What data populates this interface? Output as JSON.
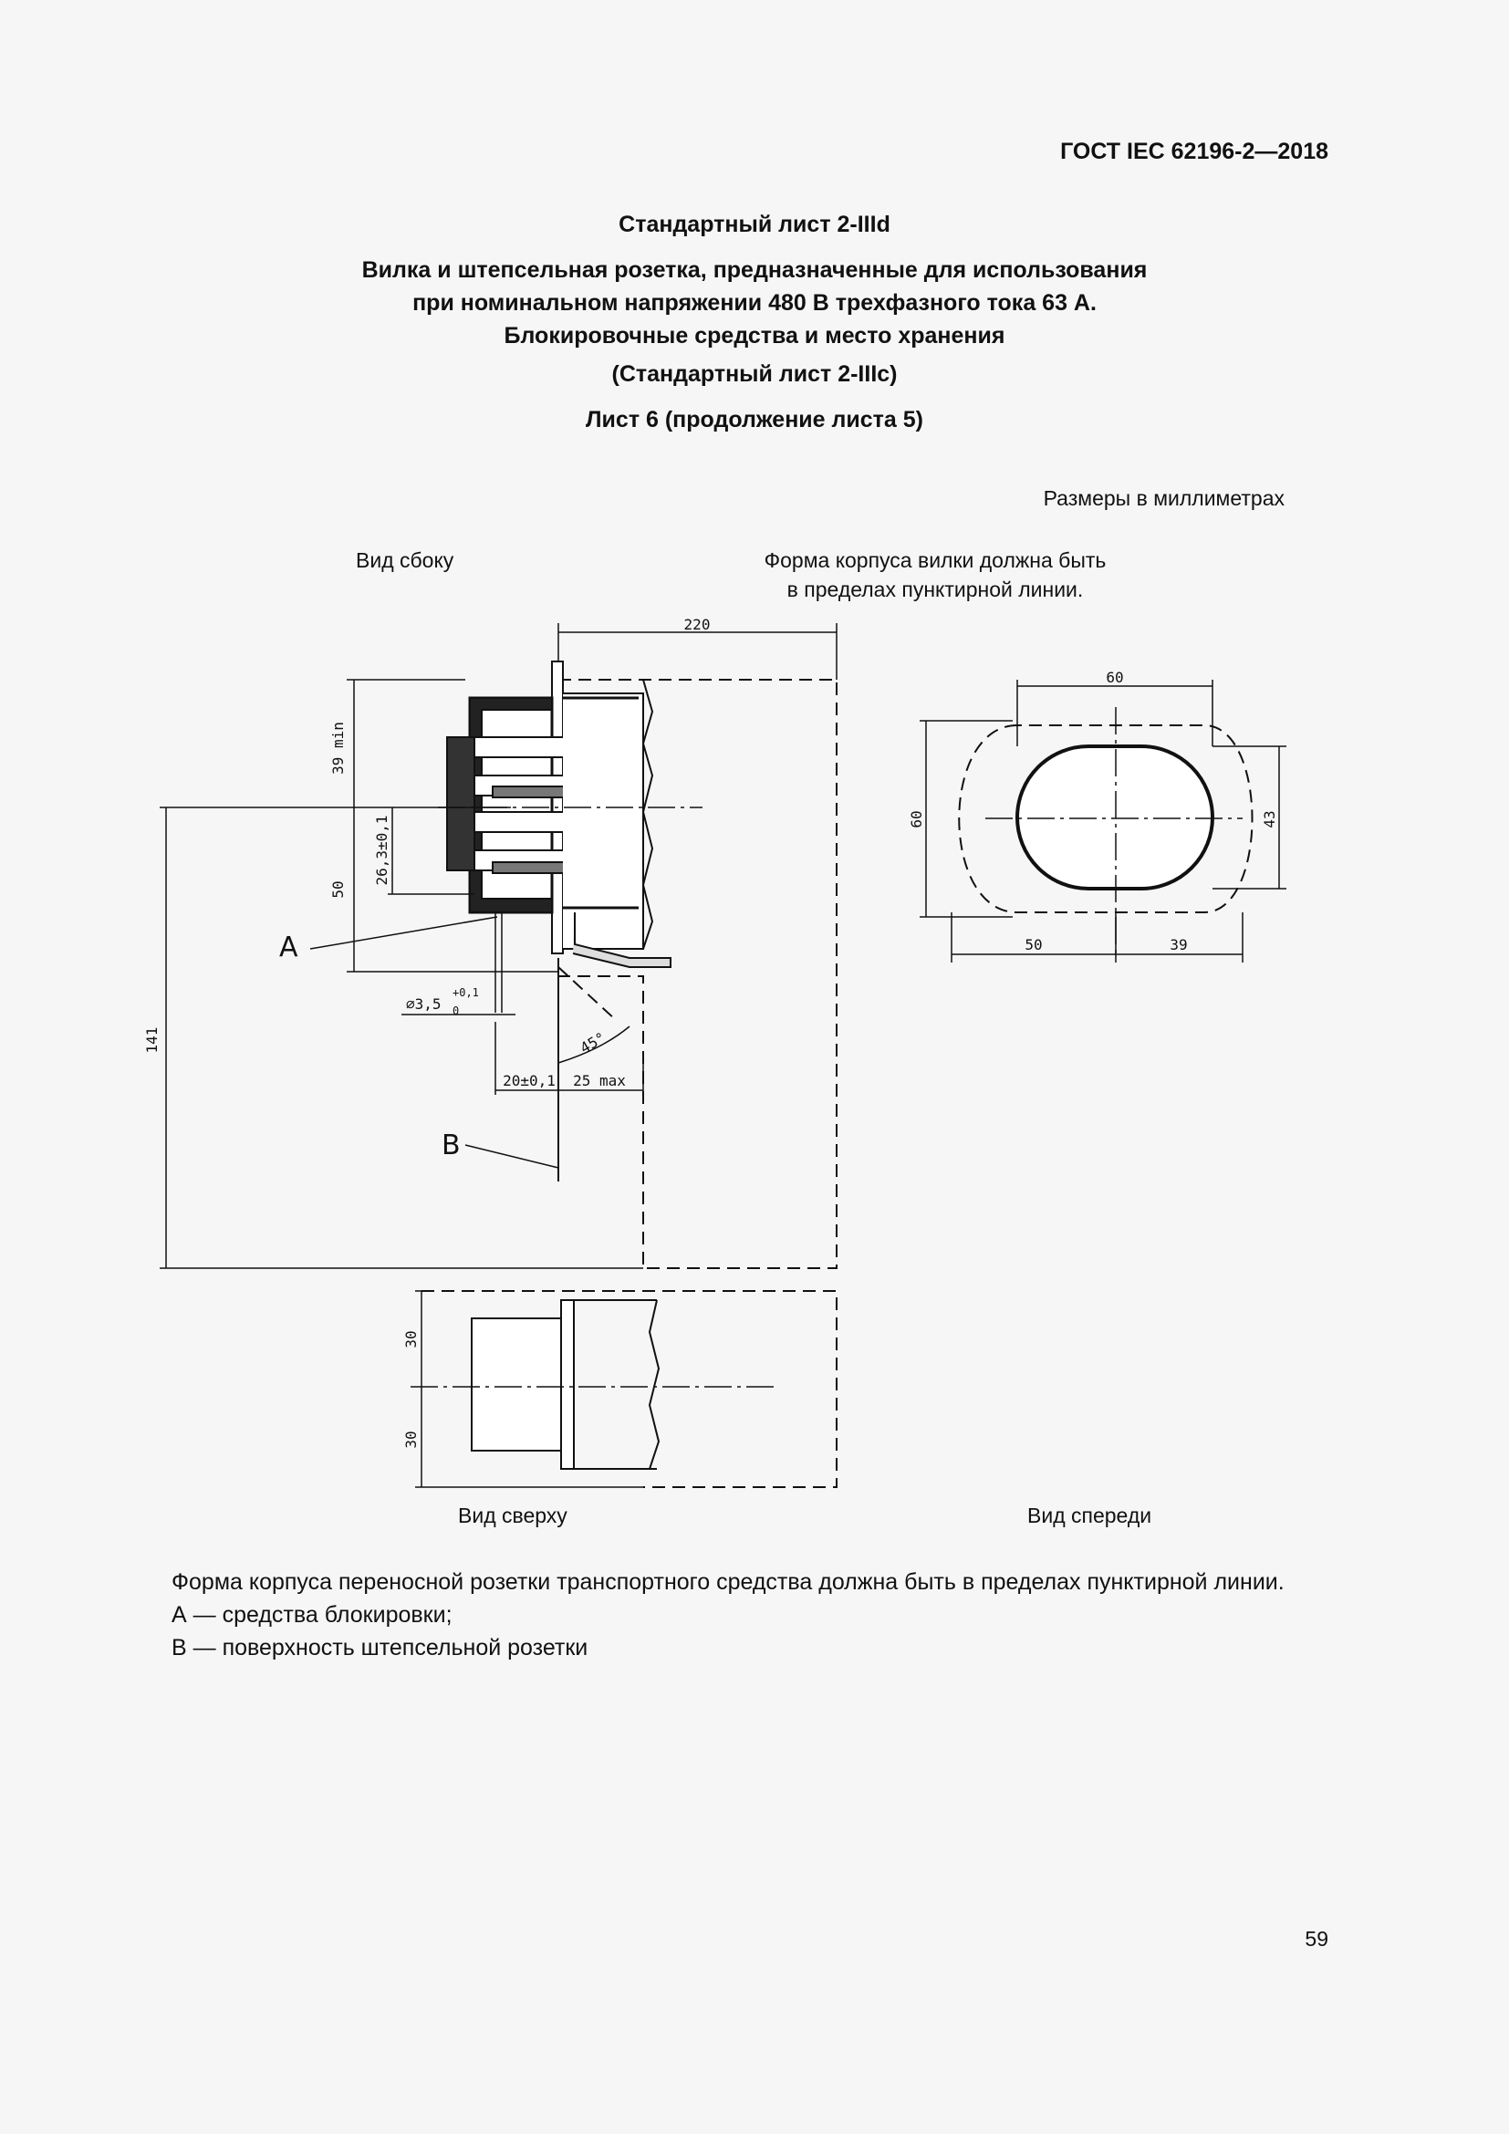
{
  "header": {
    "doc_code": "ГОСТ IEC 62196-2—2018"
  },
  "titles": {
    "sheet": "Стандартный лист 2-IIId",
    "main_line1": "Вилка и штепсельная розетка, предназначенные для использования",
    "main_line2": "при номинальном напряжении 480 В трехфазного тока 63 А.",
    "main_line3": "Блокировочные средства и место хранения",
    "ref": "(Стандартный лист 2-IIIc)",
    "sheet_no": "Лист 6 (продолжение листа 5)"
  },
  "labels": {
    "dimensions": "Размеры в миллиметрах",
    "side_view": "Вид сбоку",
    "note_line1": "Форма корпуса вилки должна быть",
    "note_line2": "в пределах пунктирной линии.",
    "top_view": "Вид сверху",
    "front_view": "Вид спереди"
  },
  "drawing": {
    "dims": {
      "d220": "220",
      "d39min": "39 min",
      "d26": "26,3±0,1",
      "d50": "50",
      "d141": "141",
      "d_pin": "⌀3,5",
      "d_pin_tol_up": "+0,1",
      "d_pin_tol_low": "0",
      "d20": "20±0,1",
      "d25max": "25 max",
      "angle": "45°",
      "f60w": "60",
      "f60h": "60",
      "f43": "43",
      "f50": "50",
      "f39": "39",
      "t30a": "30",
      "t30b": "30"
    },
    "letters": {
      "a": "A",
      "b": "B"
    }
  },
  "body": {
    "para1": "Форма корпуса переносной розетки транспортного средства должна быть в пределах пунктирной линии.",
    "item_a": "А — средства блокировки;",
    "item_b": "В — поверхность штепсельной розетки"
  },
  "page_number": "59"
}
